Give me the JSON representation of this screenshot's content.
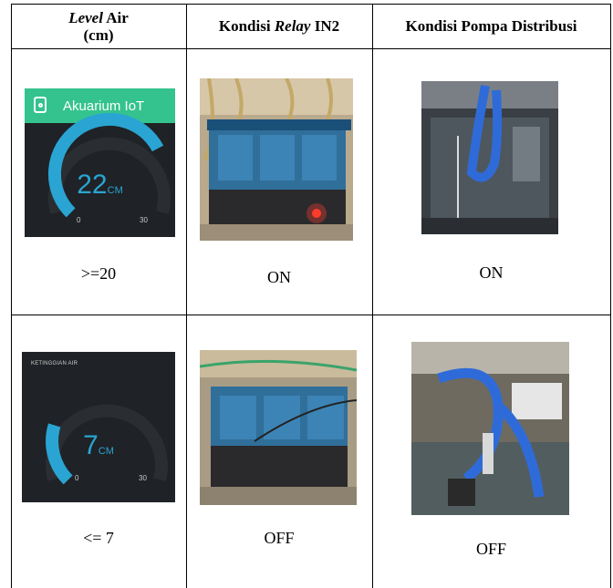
{
  "headers": {
    "col1_line1_italic": "Level",
    "col1_line1_rest": " Air",
    "col1_line2": "(cm)",
    "col2_prefix": "Kondisi ",
    "col2_italic": "Relay",
    "col2_suffix": " IN2",
    "col3": "Kondisi Pompa Distribusi"
  },
  "rows": [
    {
      "gauge": {
        "app_title": "Akuarium IoT",
        "value": "22",
        "unit": "CM",
        "min": "0",
        "max": "30",
        "level_fraction": 0.73
      },
      "level": ">=20",
      "relay": "ON",
      "pump": "ON"
    },
    {
      "gauge": {
        "title": "KETINGGIAN AIR",
        "value": "7",
        "unit": "CM",
        "min": "0",
        "max": "30",
        "level_fraction": 0.23
      },
      "level": "<= 7",
      "relay": "OFF",
      "pump": "OFF"
    }
  ],
  "colors": {
    "gauge_bg": "#1f2226",
    "gauge_accent": "#2aa4d2",
    "header_bar": "#34c38f"
  }
}
